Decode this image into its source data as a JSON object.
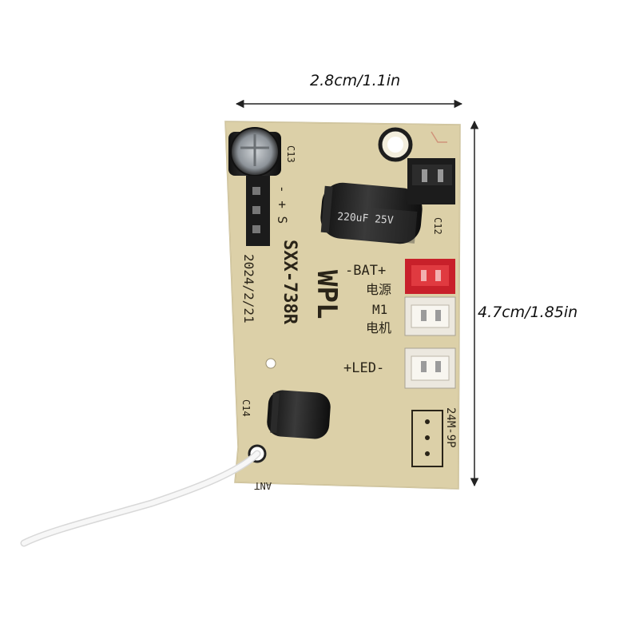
{
  "dimensions": {
    "width_label": "2.8cm/1.1in",
    "height_label": "4.7cm/1.85in"
  },
  "board": {
    "brand": "WPL",
    "model": "SXX-738R",
    "date": "2024/2/21",
    "labels": {
      "c13": "C13",
      "c12": "C12",
      "c14": "C14",
      "bat": "-BAT+",
      "power_cn": "电源",
      "m1": "M1",
      "motor_cn": "电机",
      "led": "+LED-",
      "crystal": "24M-9P",
      "ant": "ANT",
      "pins": "- + S",
      "cap_rating": "220uF 25V"
    },
    "colors": {
      "pcb": "#d9cda6",
      "connector_red": "#c8202a",
      "connector_white": "#ece8df",
      "connector_black": "#1c1c1c",
      "capacitor": "#1a1a1a",
      "wire": "#f3f3f3"
    }
  }
}
